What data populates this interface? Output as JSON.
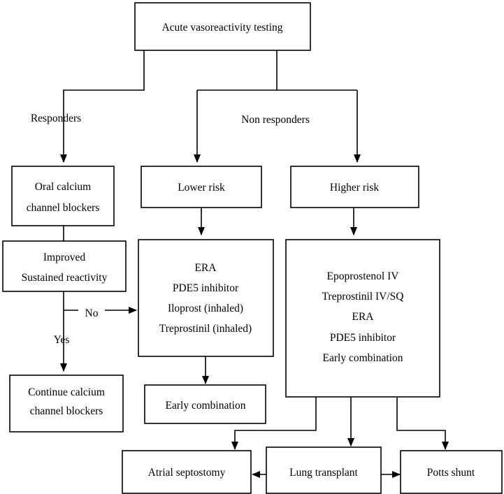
{
  "flowchart": {
    "root": "Acute vasoreactivity testing",
    "branch_labels": {
      "responders": "Responders",
      "non_responders": "Non responders",
      "no": "No",
      "yes": "Yes"
    },
    "ccb_box": [
      "Oral calcium",
      "channel blockers"
    ],
    "improved_box": [
      "Improved",
      "Sustained reactivity"
    ],
    "continue_box": [
      "Continue calcium",
      "channel blockers"
    ],
    "lower_risk": "Lower risk",
    "higher_risk": "Higher risk",
    "lower_treatments": [
      "ERA",
      "PDE5 inhibitor",
      "Iloprost (inhaled)",
      "Treprostinil (inhaled)"
    ],
    "higher_treatments": [
      "Epoprostenol IV",
      "Treprostinil IV/SQ",
      "ERA",
      "PDE5 inhibitor",
      "Early combination"
    ],
    "early_combination": "Early combination",
    "atrial_septostomy": "Atrial septostomy",
    "lung_transplant": "Lung transplant",
    "potts_shunt": "Potts shunt"
  }
}
